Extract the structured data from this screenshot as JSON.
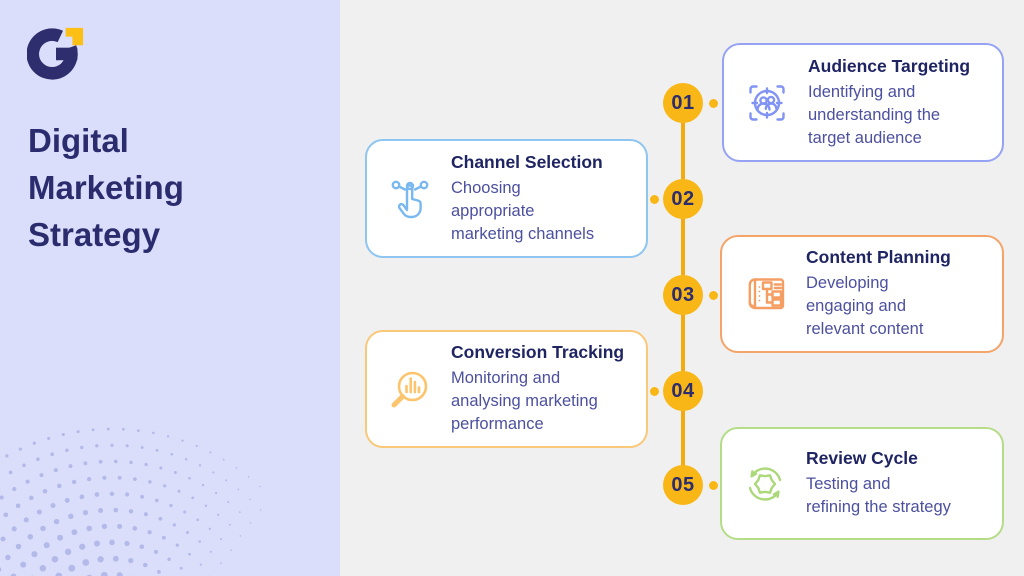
{
  "brand": {
    "logo": "g-mark",
    "colors": {
      "navy": "#2e2d6d",
      "yellow": "#fcbf15"
    }
  },
  "sidebar": {
    "title": "Digital\nMarketing\nStrategy"
  },
  "timeline": {
    "node_fill": "#f9b717",
    "node_text_color": "#2b2d6e",
    "line_color": "#f3ac10",
    "steps": [
      {
        "number": "01",
        "title": "Audience Targeting",
        "description": "Identifying and\nunderstanding the\ntarget audience",
        "icon": "audience-target-icon",
        "side": "right",
        "border": "#96a3f5",
        "icon_color": "#8193f4"
      },
      {
        "number": "02",
        "title": "Channel Selection",
        "description": "Choosing\nappropriate\nmarketing channels",
        "icon": "tap-select-icon",
        "side": "left",
        "border": "#8ec5f1",
        "icon_color": "#7ab8f0"
      },
      {
        "number": "03",
        "title": "Content Planning",
        "description": "Developing\nengaging and\nrelevant content",
        "icon": "blueprint-sitemap-icon",
        "side": "right",
        "border": "#f5a469",
        "icon_color": "#f59e63"
      },
      {
        "number": "04",
        "title": "Conversion Tracking",
        "description": "Monitoring and\nanalysing marketing\nperformance",
        "icon": "magnifier-chart-icon",
        "side": "left",
        "border": "#f9c878",
        "icon_color": "#fbc46d"
      },
      {
        "number": "05",
        "title": "Review Cycle",
        "description": "Testing and\nrefining the strategy",
        "icon": "refresh-gear-icon",
        "side": "right",
        "border": "#b5dc87",
        "icon_color": "#abd878"
      }
    ]
  },
  "background": {
    "left_panel": "#dbdefb",
    "canvas": "#f0f0f1",
    "halftone_dot": "#b3b9e8"
  }
}
